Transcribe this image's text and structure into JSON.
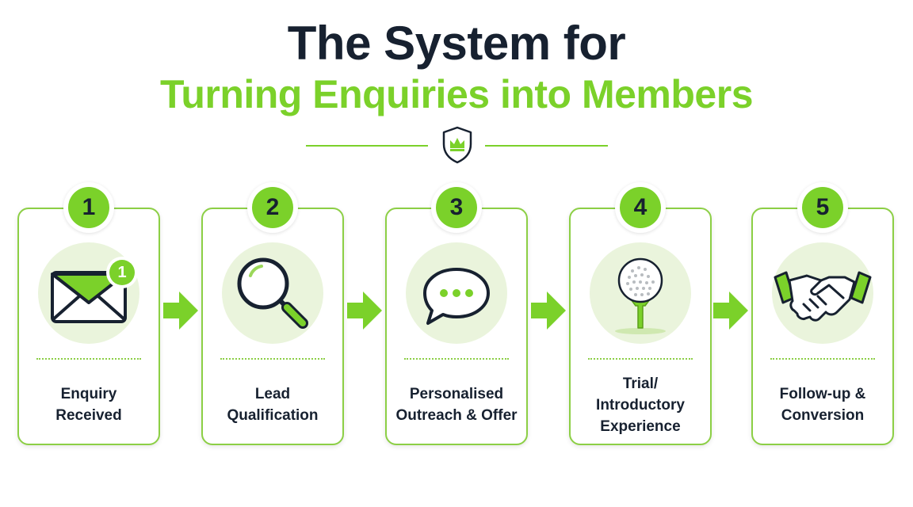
{
  "title": {
    "line1": "The System for",
    "line2": "Turning Enquiries into Members"
  },
  "colors": {
    "accent": "#7bd12a",
    "dark": "#172130",
    "icon_bg": "#eaf4dc",
    "card_border": "#8ccf45"
  },
  "steps": [
    {
      "number": "1",
      "label": "Enquiry\nReceived",
      "icon": "envelope-icon",
      "notification": "1"
    },
    {
      "number": "2",
      "label": "Lead\nQualification",
      "icon": "magnifier-icon"
    },
    {
      "number": "3",
      "label": "Personalised\nOutreach & Offer",
      "icon": "chat-bubble-icon"
    },
    {
      "number": "4",
      "label": "Trial/\nIntroductory\nExperience",
      "icon": "golf-ball-tee-icon"
    },
    {
      "number": "5",
      "label": "Follow-up &\nConversion",
      "icon": "handshake-icon"
    }
  ]
}
